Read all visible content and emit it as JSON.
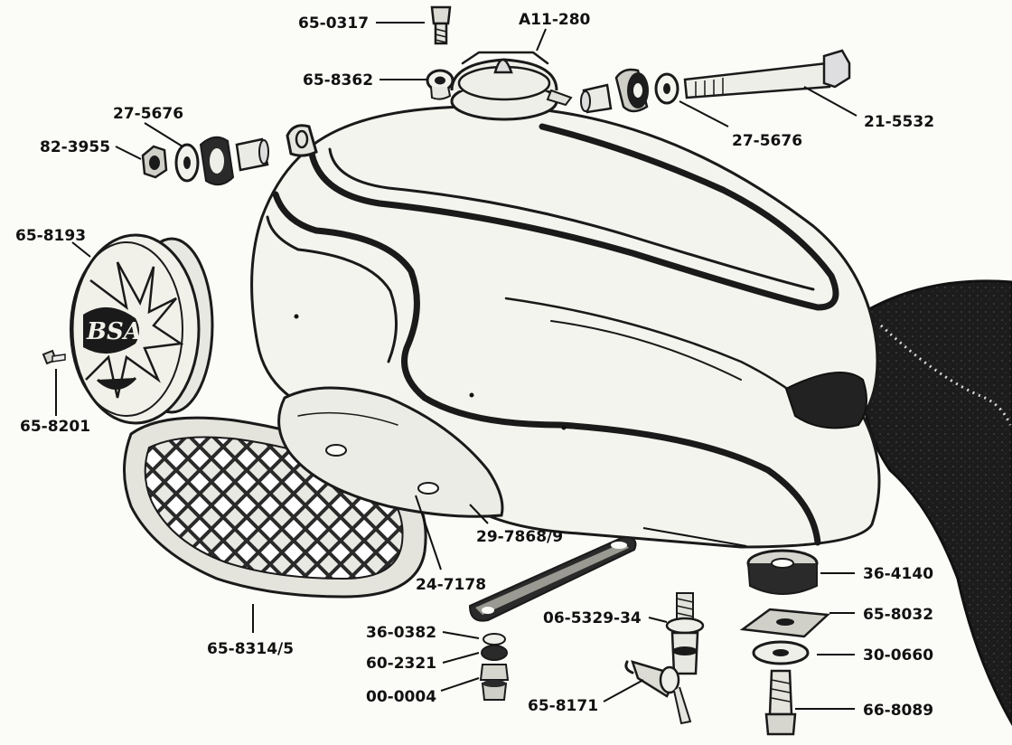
{
  "diagram": {
    "colors": {
      "ink": "#1a1a1a",
      "paper": "#fbfbf8",
      "seat": "#1c1c1c",
      "tank": "#f4f4ee"
    },
    "badge_text": "BSA",
    "part_labels": [
      "65-0317",
      "A11-280",
      "65-8362",
      "21-5532",
      "27-5676",
      "27-5676",
      "82-3955",
      "65-8193",
      "65-8201",
      "29-7868/9",
      "24-7178",
      "36-4140",
      "65-8032",
      "06-5329-34",
      "36-0382",
      "60-2321",
      "30-0660",
      "00-0004",
      "65-8171",
      "66-8089",
      "65-8314/5"
    ]
  }
}
